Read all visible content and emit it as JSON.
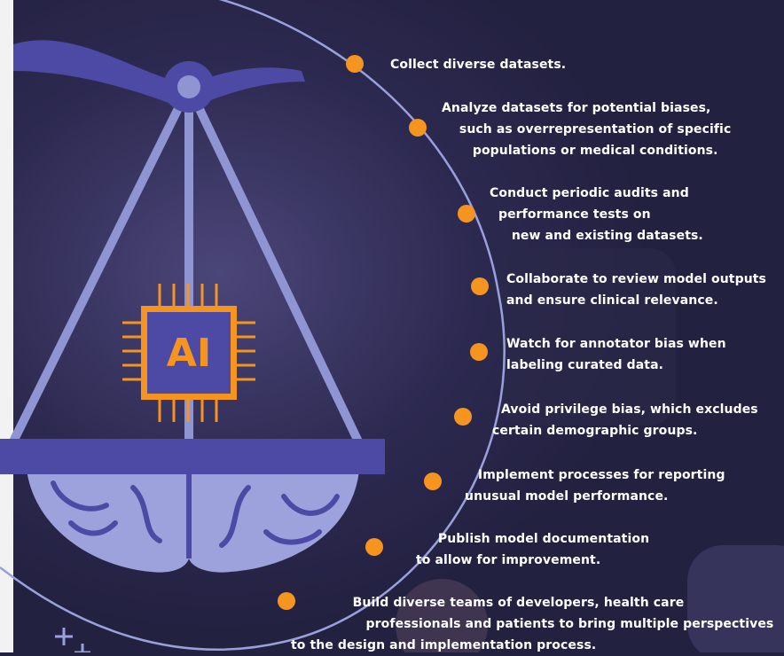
{
  "accent": "#f5951f",
  "chip_label": "AI",
  "steps": [
    {
      "text": "Collect diverse datasets."
    },
    {
      "text": "Analyze datasets for potential biases,\n    such as overrepresentation of specific\n       populations or medical conditions."
    },
    {
      "text": "Conduct periodic audits and\n  performance tests on\n     new and existing datasets."
    },
    {
      "text": "Collaborate to review model outputs\nand ensure clinical relevance."
    },
    {
      "text": "Watch for annotator bias when\nlabeling curated data."
    },
    {
      "text": "  Avoid privilege bias, which excludes\ncertain demographic groups."
    },
    {
      "text": "   Implement processes for reporting\nunusual model performance."
    },
    {
      "text": "     Publish model documentation\nto allow for improvement."
    },
    {
      "text": "              Build diverse teams of developers, health care\n                 professionals and patients to bring multiple perspectives\nto the design and implementation process."
    }
  ]
}
